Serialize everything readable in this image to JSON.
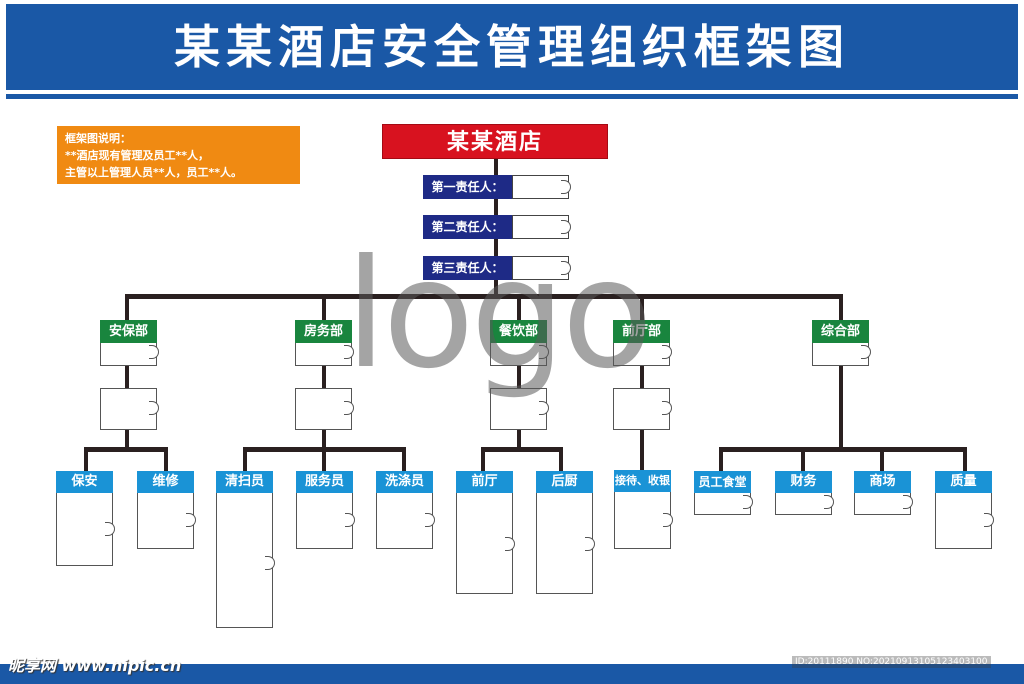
{
  "title": "某某酒店安全管理组织框架图",
  "note": {
    "line1": "框架图说明：",
    "line2": "**酒店现有管理及员工**人，",
    "line3": "主管以上管理人员**人，员工**人。"
  },
  "root": "某某酒店",
  "responsible": [
    "第一责任人：",
    "第二责任人：",
    "第三责任人："
  ],
  "departments": [
    "安保部",
    "房务部",
    "餐饮部",
    "前厅部",
    "综合部"
  ],
  "subunits": {
    "security": [
      "保安",
      "维修"
    ],
    "housekeeping": [
      "清扫员",
      "服务员",
      "洗涤员"
    ],
    "catering": [
      "前厅",
      "后厨"
    ],
    "front_office": [
      "接待、收银"
    ],
    "general": [
      "员工食堂",
      "财务",
      "商场",
      "质量"
    ]
  },
  "logo_text": "logo",
  "watermark_left": "昵享网 www.nipic.cn",
  "watermark_right": "ID:20111890 NO:20210913105123403100",
  "colors": {
    "header": "#1a58a6",
    "root": "#d8121f",
    "responsible": "#1e2a86",
    "department": "#19853e",
    "subunit": "#1a93d6",
    "note": "#f08a12"
  }
}
